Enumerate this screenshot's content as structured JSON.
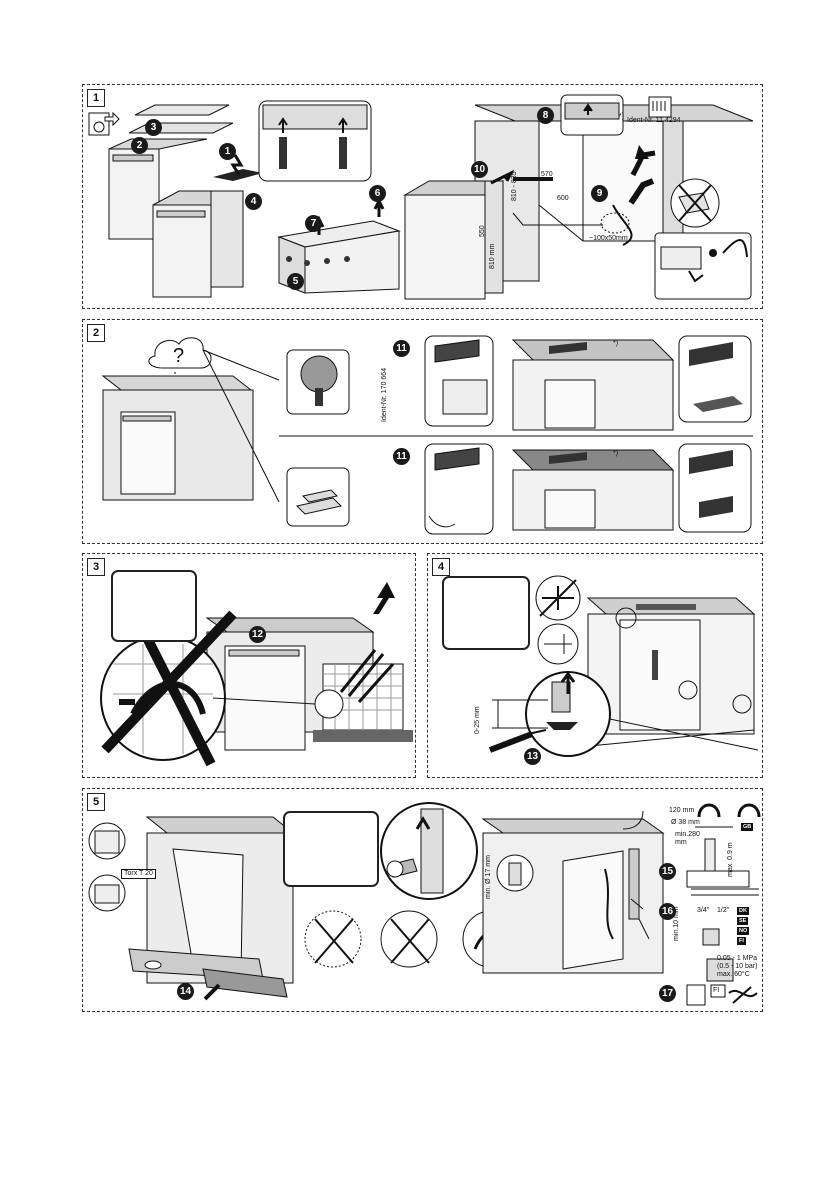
{
  "panels": [
    {
      "number": "1"
    },
    {
      "number": "2"
    },
    {
      "number": "3"
    },
    {
      "number": "4"
    },
    {
      "number": "5"
    }
  ],
  "steps": {
    "s1": "1",
    "s2": "2",
    "s3": "3",
    "s4": "4",
    "s5": "5",
    "s6": "6",
    "s7": "7",
    "s8": "8",
    "s9": "9",
    "s10": "10",
    "s11a": "11",
    "s11b": "11",
    "s12": "12",
    "s13": "13",
    "s14": "14",
    "s15": "15",
    "s16": "16",
    "s17": "17"
  },
  "labels": {
    "ident_1": "Ident-Nr. 11 4294",
    "ident_2": "Ident-Nr. 170 664",
    "asterisk": "*)",
    "dim_570": "570",
    "dim_600": "600",
    "dim_550": "550",
    "dim_810_835": "810 - 835",
    "dim_810mm": "810 mm",
    "dim_100x50": "~100x50mm",
    "dim_0_25": "0-25 mm",
    "torx": "Torx T 20",
    "min_17": "min. Ø 17 mm",
    "dim_120": "120 mm",
    "dim_38": "Ø 38 mm",
    "dim_min280": "min.280 mm",
    "dim_max09": "max. 0.9 m",
    "dim_min10": "min.10 mm",
    "thread_34": "3/4\"",
    "thread_12": "1/2\"",
    "pressure": "0.05 - 1 MPa",
    "pressure_bar": "(0.5 - 10 bar)",
    "max_temp": "max. 60°C",
    "fi": "FI"
  },
  "badges": {
    "gb": "GB",
    "dk": "DK",
    "se": "SE",
    "no": "NO",
    "fi": "FI"
  },
  "colors": {
    "ink": "#111111",
    "counter": "#cfcfcf",
    "wall": "#dedede",
    "shade": "#9a9a9a"
  }
}
